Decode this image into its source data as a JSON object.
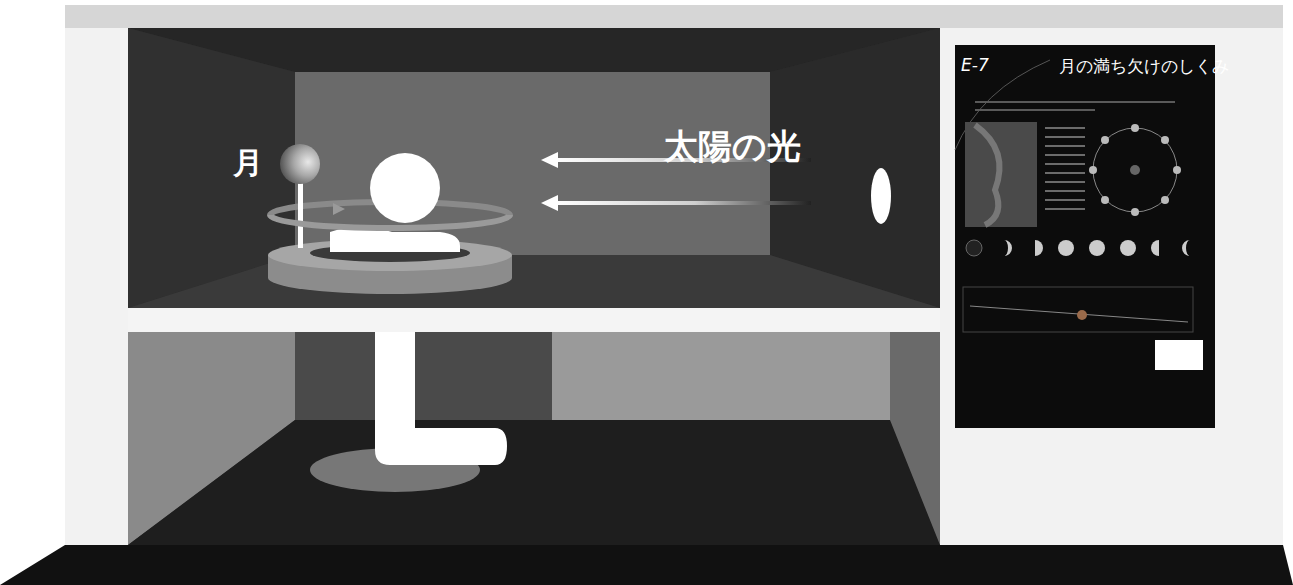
{
  "diagram": {
    "nodes": [
      {
        "text": [
          "E-7",
          "月の満ち欠けのしくみ"
        ]
      }
    ],
    "labels": [
      "月",
      "太陽の光"
    ]
  }
}
